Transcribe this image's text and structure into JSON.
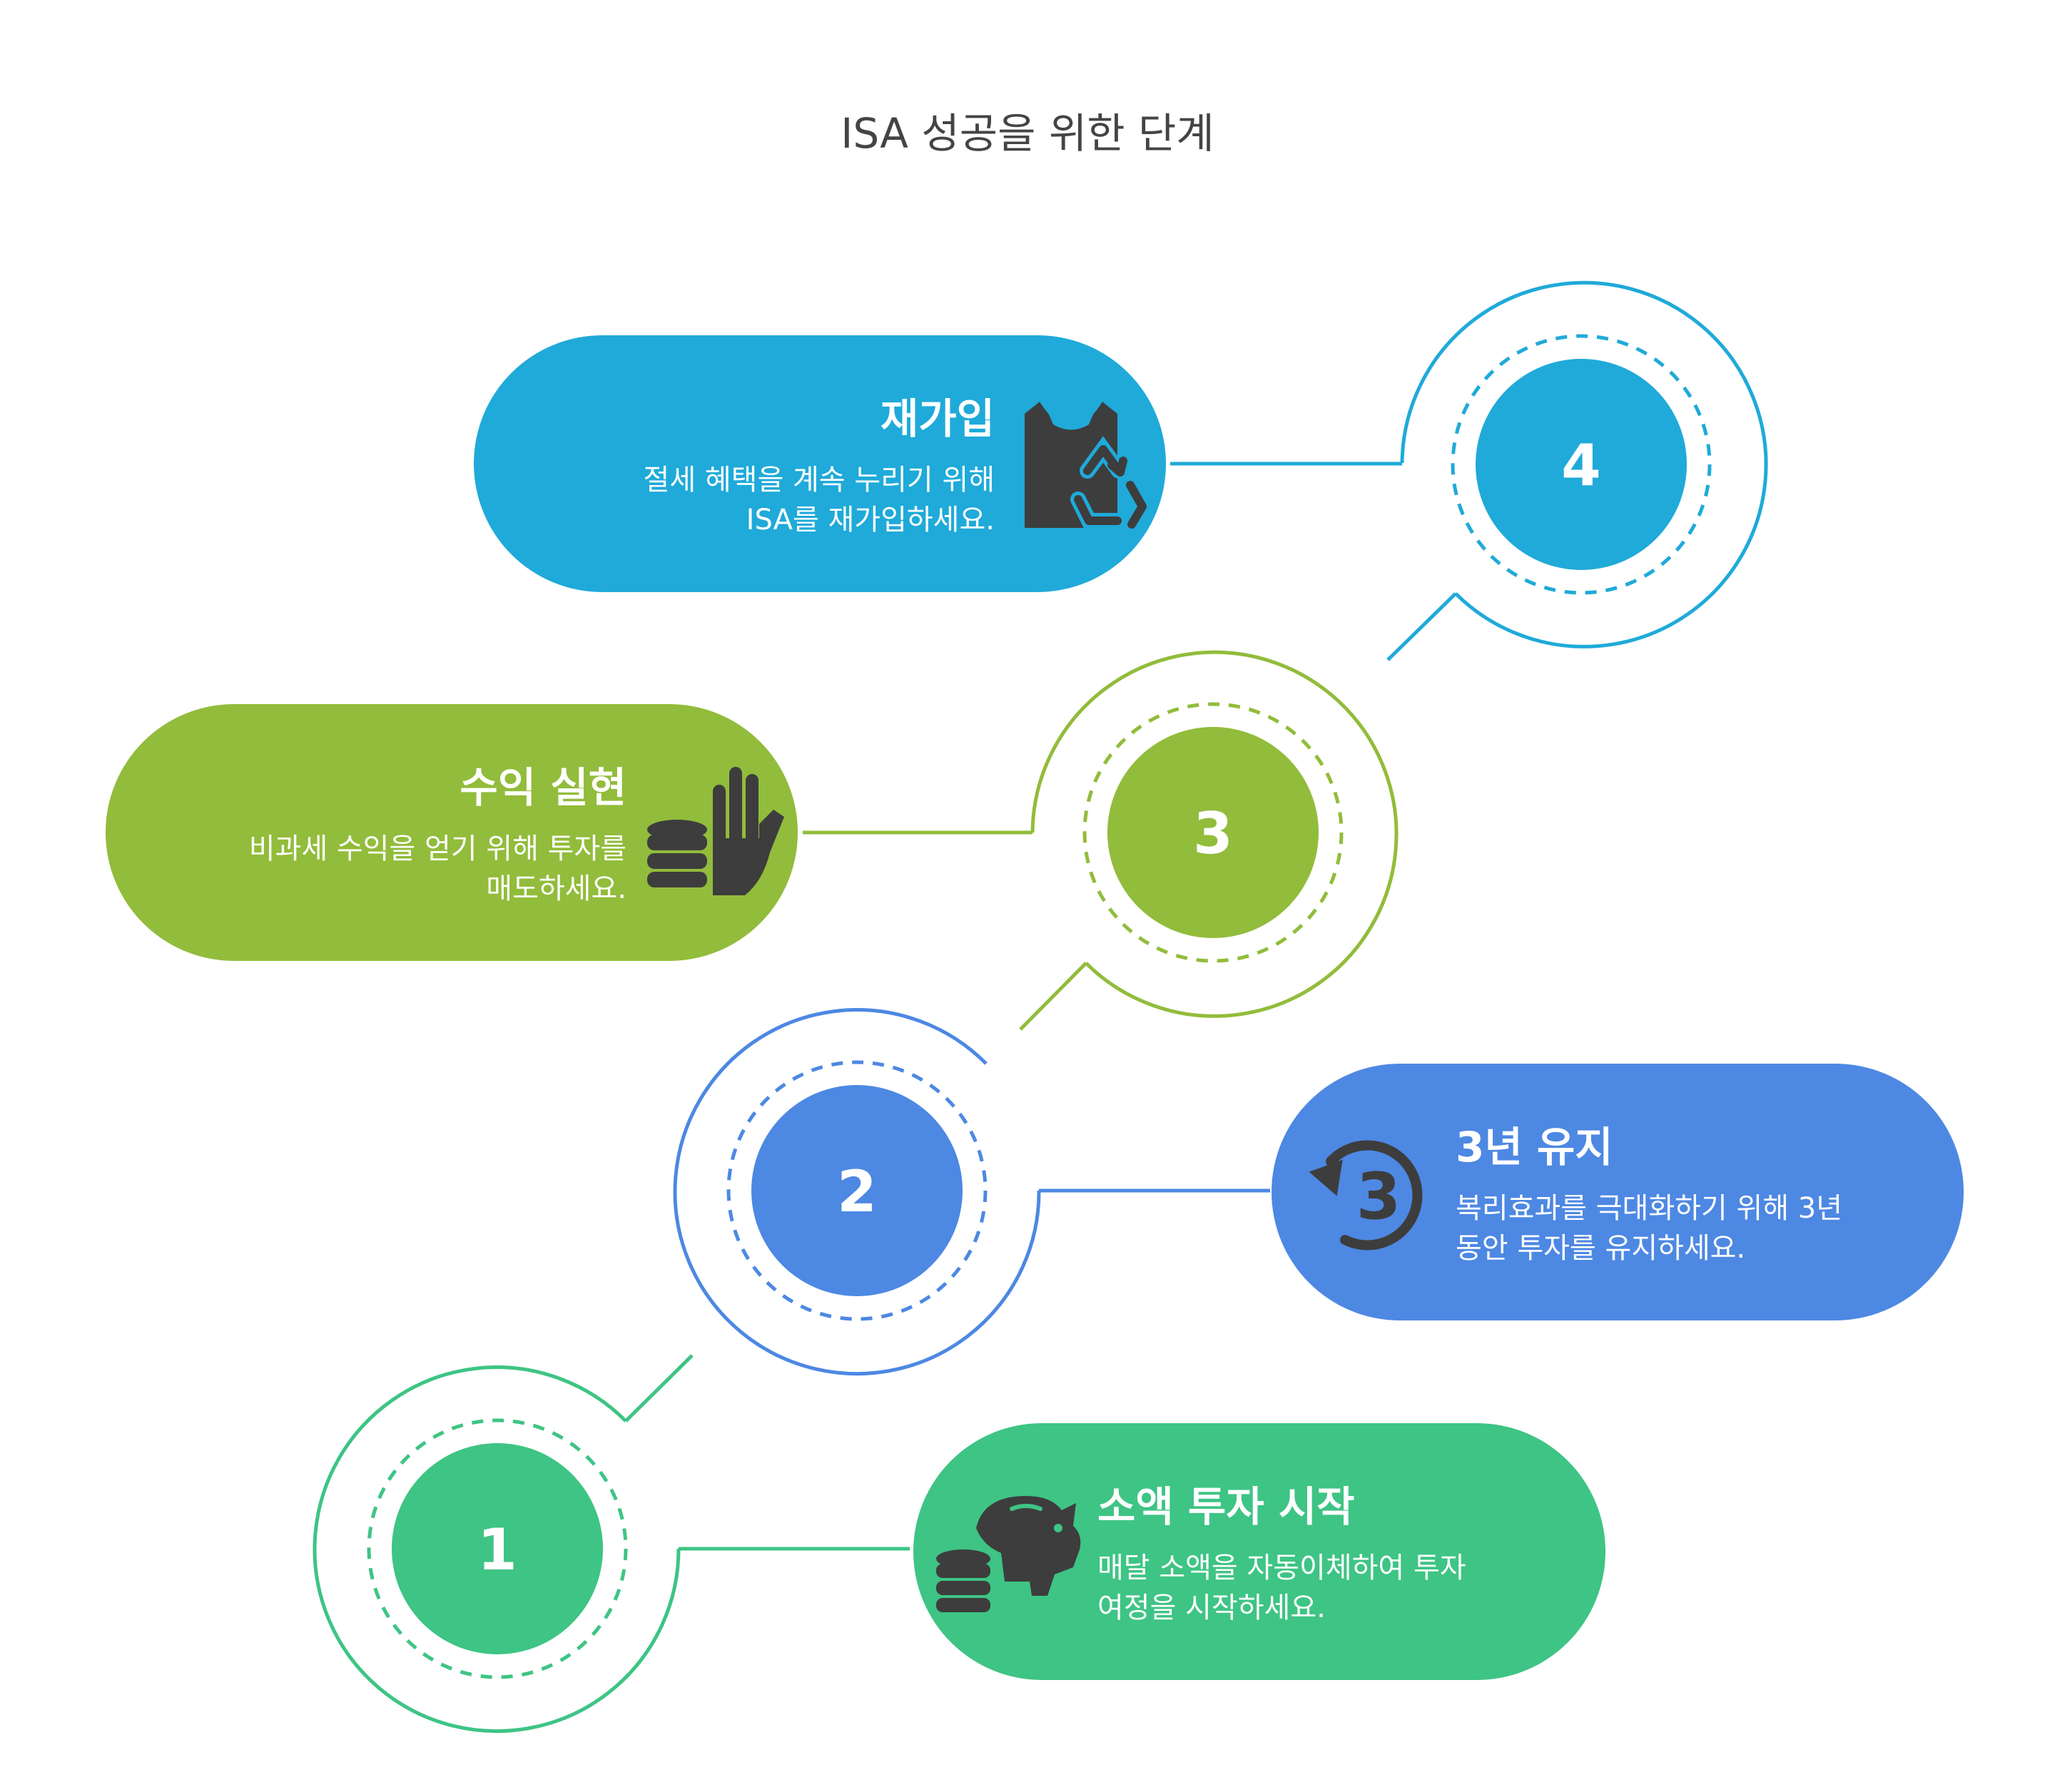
{
  "title": "ISA 성공을 위한 단계",
  "colors": {
    "green": "#3EC484",
    "blue": "#4D88E3",
    "olive": "#92BC3B",
    "cyan": "#1FAAD9",
    "icon": "#3d3d3d"
  },
  "steps": [
    {
      "number": "1",
      "heading": "소액 투자 시작",
      "desc_line1": "매달 소액을 자동이체하여 투자",
      "desc_line2": "여정을 시작하세요.",
      "icon": "piggy-bank-coins-icon"
    },
    {
      "number": "2",
      "heading": "3년 유지",
      "desc_line1": "복리효과를 극대화하기 위해 3년",
      "desc_line2": "동안 투자를 유지하세요.",
      "icon": "rotate-three-icon"
    },
    {
      "number": "3",
      "heading": "수익 실현",
      "desc_line1": "비과세 수익을 얻기 위해 투자를",
      "desc_line2": "매도하세요.",
      "icon": "hand-coins-icon"
    },
    {
      "number": "4",
      "heading": "재가입",
      "desc_line1": "절세 혜택을 계속 누리기 위해",
      "desc_line2": "ISA를 재가입하세요.",
      "icon": "recycle-bag-icon"
    }
  ]
}
